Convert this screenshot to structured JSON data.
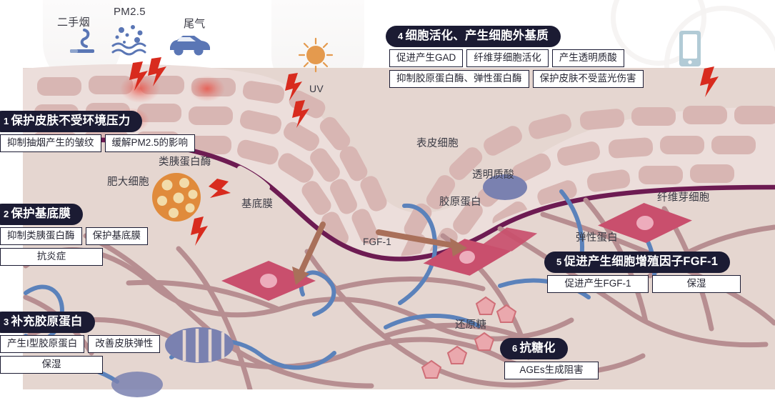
{
  "environment_icons": [
    {
      "name": "二手烟",
      "icon": "cigarette-icon"
    },
    {
      "name": "PM2.5",
      "icon": "particulate-icon"
    },
    {
      "name": "尾气",
      "icon": "car-exhaust-icon"
    },
    {
      "name": "UV",
      "icon": "sun-icon"
    },
    {
      "name": "",
      "icon": "smartphone-bluelight-icon"
    }
  ],
  "groups": [
    {
      "num": "1",
      "title": "保护皮肤不受环境压力",
      "rows": [
        [
          "抑制抽烟产生的皱纹",
          "缓解PM2.5的影响"
        ]
      ]
    },
    {
      "num": "2",
      "title": "保护基底膜",
      "rows": [
        [
          "抑制类胰蛋白酶",
          "保护基底膜"
        ],
        [
          "抗炎症"
        ]
      ]
    },
    {
      "num": "3",
      "title": "补充胶原蛋白",
      "rows": [
        [
          "产生I型胶原蛋白",
          "改善皮肤弹性"
        ],
        [
          "保湿"
        ]
      ]
    },
    {
      "num": "4",
      "title": "细胞活化、产生细胞外基质",
      "rows": [
        [
          "促进产生GAD",
          "纤维芽细胞活化",
          "产生透明质酸"
        ],
        [
          "抑制胶原蛋白酶、弹性蛋白酶",
          "保护皮肤不受蓝光伤害"
        ]
      ]
    },
    {
      "num": "5",
      "title": "促进产生细胞增殖因子FGF-1",
      "rows": [
        [
          "促进产生FGF-1",
          "保湿"
        ]
      ]
    },
    {
      "num": "6",
      "title": "抗糖化",
      "rows": [
        [
          "AGEs生成阻害"
        ]
      ]
    }
  ],
  "annotations": [
    {
      "id": "mast-cell",
      "text": "肥大细胞"
    },
    {
      "id": "tryptase",
      "text": "类胰蛋白酶"
    },
    {
      "id": "basement-membrane",
      "text": "基底膜"
    },
    {
      "id": "epidermal-cell",
      "text": "表皮细胞"
    },
    {
      "id": "hyaluronic-acid",
      "text": "透明质酸"
    },
    {
      "id": "collagen",
      "text": "胶原蛋白"
    },
    {
      "id": "fibroblast",
      "text": "纤维芽细胞"
    },
    {
      "id": "elastin",
      "text": "弹性蛋白"
    },
    {
      "id": "fgf1",
      "text": "FGF-1"
    },
    {
      "id": "reducing-sugar",
      "text": "还原糖"
    }
  ],
  "colors": {
    "badge_navy": "#1b1b33",
    "dermis_bg": "#e5d6d0",
    "epidermis_cell": "#d8b6b3",
    "basement_membrane": "#6d1b52",
    "collagen_fiber": "#b78e91",
    "elastin_fiber": "#5b82bb",
    "fibroblast": "#c94f6d",
    "mast_cell": "#e08b3c",
    "lightning_red": "#d82b1e",
    "env_icon_blue": "#5a76b5",
    "sun_orange": "#e49a4e",
    "arrow_brown": "#a9705a",
    "hyaluronic": "#7a81b0",
    "sugar_pink": "#e6a0a6"
  }
}
